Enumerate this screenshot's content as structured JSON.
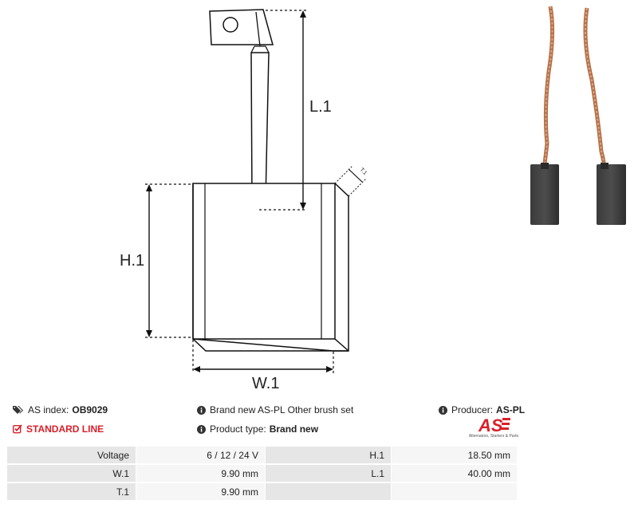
{
  "drawing": {
    "labels": {
      "l1": "L.1",
      "h1": "H.1",
      "w1": "W.1",
      "t1": "T.1"
    }
  },
  "info": {
    "as_index_label": "AS index:",
    "as_index_value": "OB9029",
    "line": "STANDARD LINE",
    "description": "Brand new AS-PL Other brush set",
    "product_type_label": "Product type:",
    "product_type_value": "Brand new",
    "producer_label": "Producer:",
    "producer_value": "AS-PL",
    "logo_text": "AS",
    "logo_tagline": "Alternators, Starters & Parts"
  },
  "specs": {
    "rows": [
      {
        "label1": "Voltage",
        "value1": "6 / 12 / 24 V",
        "label2": "H.1",
        "value2": "18.50 mm"
      },
      {
        "label1": "W.1",
        "value1": "9.90 mm",
        "label2": "L.1",
        "value2": "40.00 mm"
      },
      {
        "label1": "T.1",
        "value1": "9.90 mm",
        "label2": "",
        "value2": ""
      }
    ]
  },
  "colors": {
    "accent": "#d9202a",
    "label_bg": "#e6e6e6",
    "value_bg": "#f6f6f6"
  }
}
